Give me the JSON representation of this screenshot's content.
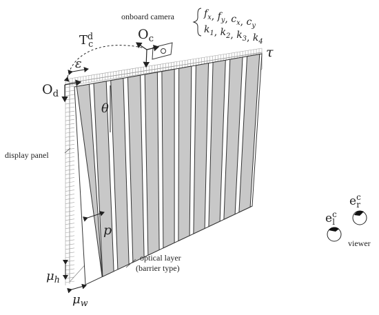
{
  "labels": {
    "onboard_camera": "onboard camera",
    "intrinsics_row1": "f_x, f_y, c_x, c_y",
    "intrinsics_row2": "k_1, k_2, k_3, k_4",
    "camera_frame": "O_c",
    "transform": "T_c^d",
    "display_frame": "O_d",
    "epsilon": "ε",
    "tau": "τ",
    "theta": "θ",
    "pitch": "p",
    "display_panel": "display panel",
    "optical_layer_line1": "optical layer",
    "optical_layer_line2": "(barrier type)",
    "mu_h": "μ_h",
    "mu_w": "μ_w",
    "left_eye": "e_l^c",
    "right_eye": "e_r^c",
    "viewer": "viewer"
  },
  "colors": {
    "barrier_fill": "#c8c8c8",
    "stroke": "#333333",
    "grid": "#9a9a9a",
    "background": "#ffffff"
  },
  "barrier": {
    "slit_count": 11
  }
}
